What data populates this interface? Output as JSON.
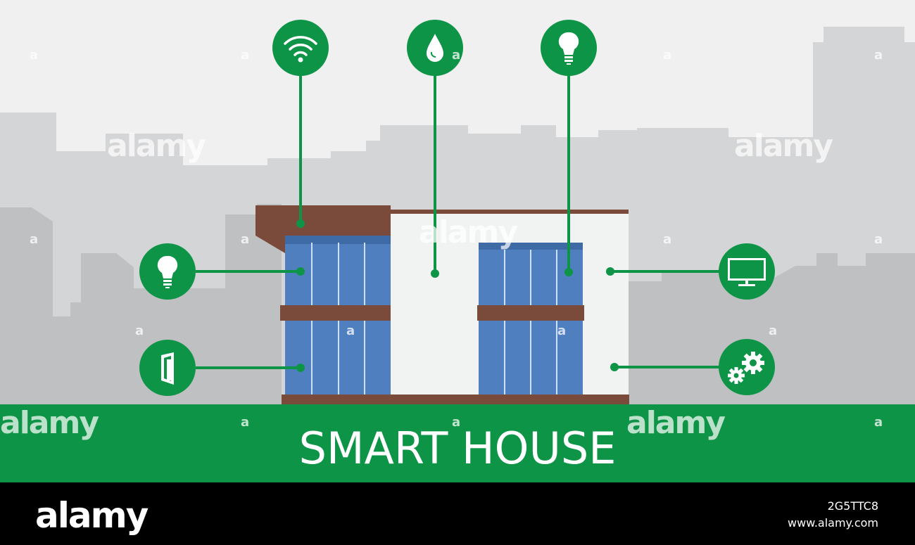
{
  "title": "SMART HOUSE",
  "watermark": {
    "brand": "alamy",
    "letter": "a"
  },
  "footer": {
    "logo": "alamy",
    "image_id": "2G5TTC8",
    "site": "www.alamy.com"
  },
  "colors": {
    "green": "#0e9447",
    "skyline_light": "#d4d5d6",
    "skyline_dark": "#bfc0c1",
    "sky": "#f0f0f0",
    "brown": "#7a4a3a",
    "glass": "#4f7fbf",
    "wall": "#f1f2f2"
  },
  "icons": {
    "top": [
      "wifi-icon",
      "water-drop-icon",
      "light-bulb-icon"
    ],
    "left": [
      "light-bulb-icon",
      "door-icon"
    ],
    "right": [
      "tv-icon",
      "gears-icon"
    ]
  }
}
